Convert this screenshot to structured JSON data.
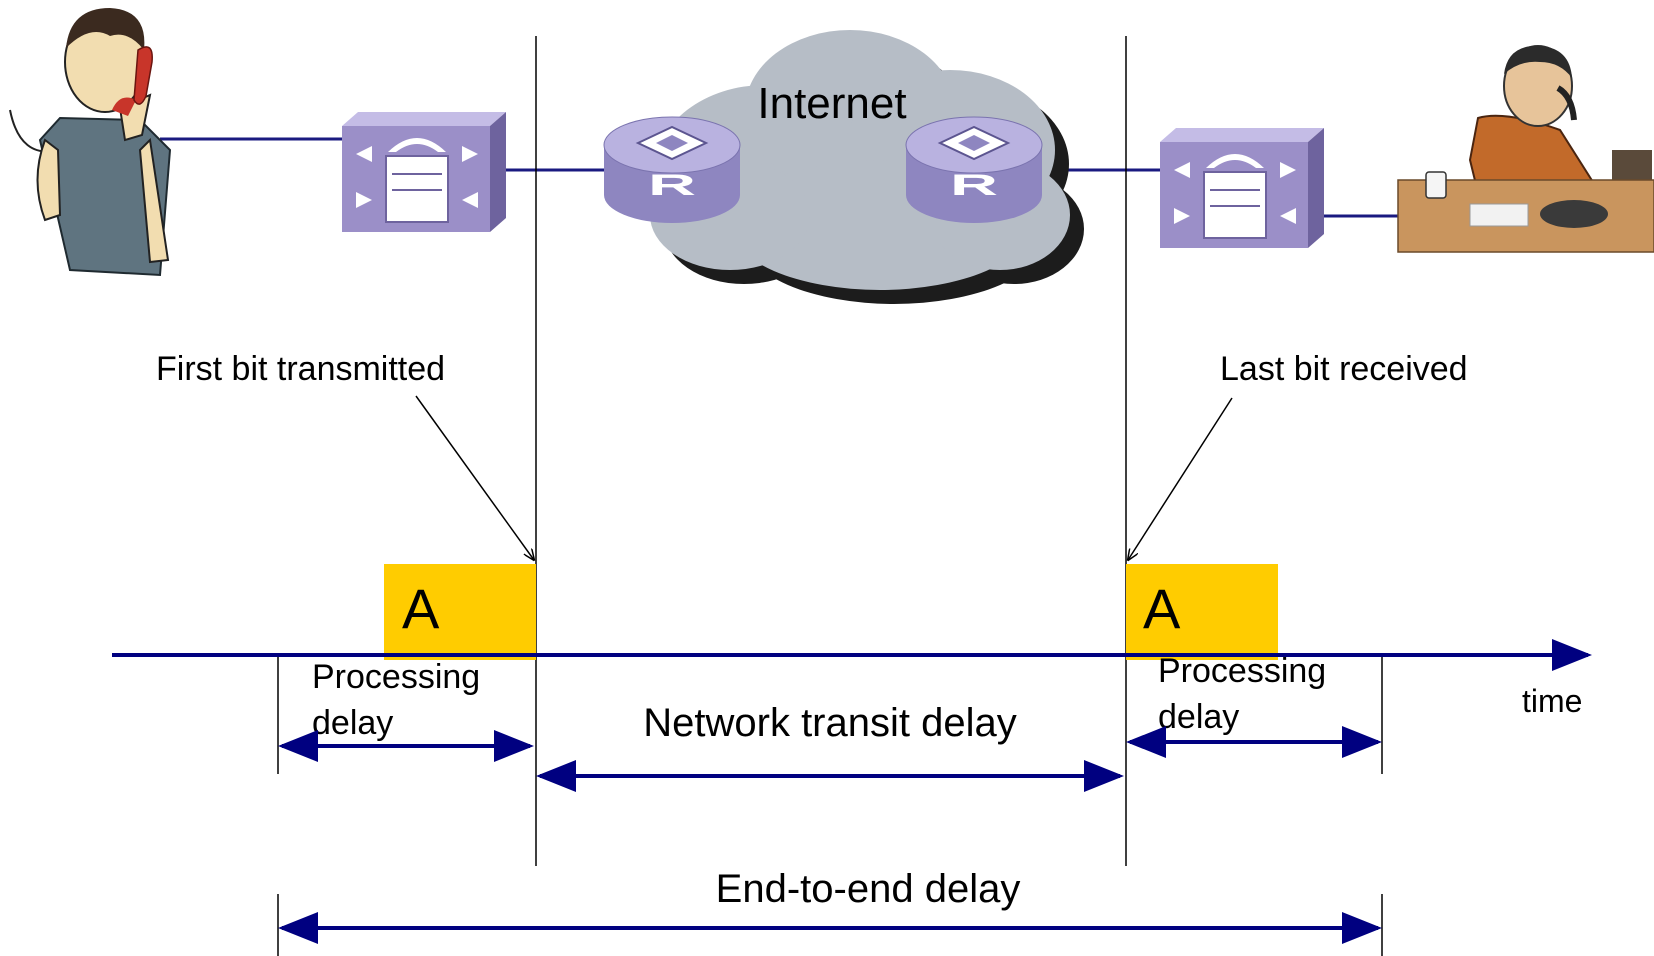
{
  "network": {
    "cloud_label": "Internet",
    "router_letter": "R"
  },
  "annotations": {
    "first_bit": "First bit transmitted",
    "last_bit": "Last bit received"
  },
  "packets": [
    {
      "label": "A"
    },
    {
      "label": "A"
    }
  ],
  "timeline": {
    "axis_label": "time"
  },
  "delays": {
    "processing_left": {
      "line1": "Processing",
      "line2": "delay"
    },
    "network_transit": "Network transit delay",
    "processing_right": {
      "line1": "Processing",
      "line2": "delay"
    },
    "end_to_end": "End-to-end delay"
  },
  "colors": {
    "line": "#000080",
    "packet": "#FFCC00",
    "gateway": "#9B8FC8",
    "router": "#8E86C0",
    "cloud": "#B6BDC6"
  },
  "icons": [
    "caller-person-icon",
    "gateway-icon",
    "router-icon",
    "internet-cloud-icon",
    "callee-person-icon"
  ]
}
